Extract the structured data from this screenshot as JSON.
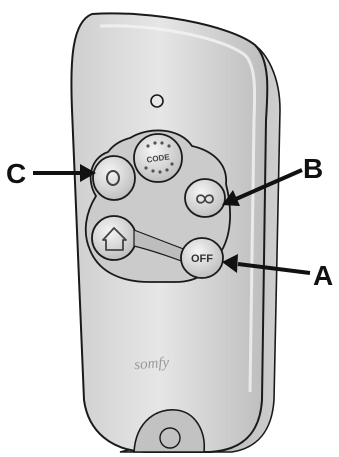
{
  "labels": {
    "a": "A",
    "b": "B",
    "c": "C"
  },
  "device": {
    "brand_logo_text": "somfy",
    "code_button_text": "CODE",
    "off_button_text": "OFF"
  },
  "icons": {
    "status_led": "led-dot-icon",
    "home_button": "house-icon",
    "partial_button": "infinity-icon",
    "presence_button": "circle-icon",
    "off_button": "off-icon",
    "code_button": "keypad-dots-icon"
  },
  "colors": {
    "body_fill": "#d9d9d9",
    "edge_shadow": "#a8a8a8",
    "outline": "#1a1a1a",
    "arrow": "#111111"
  }
}
